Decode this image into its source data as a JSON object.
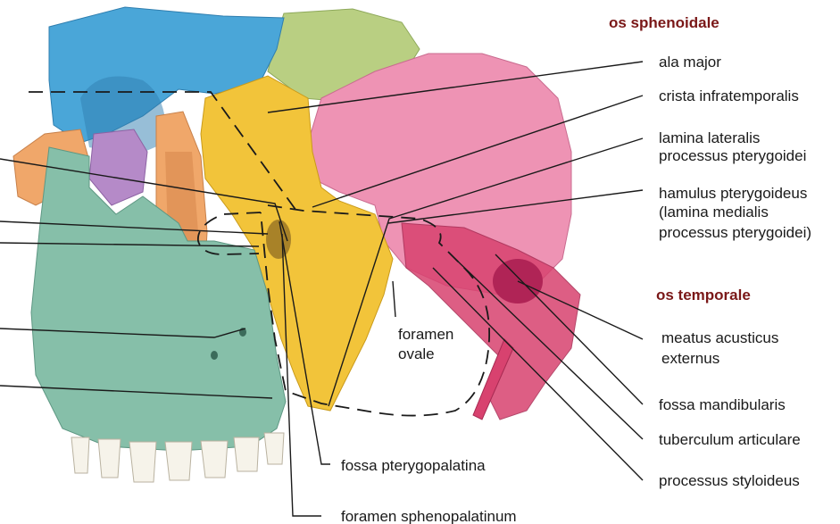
{
  "headers": {
    "sphenoid": "os sphenoidale",
    "temporal": "os temporale"
  },
  "labels": {
    "ala_major": "ala major",
    "crista_infratemporalis": "crista infratemporalis",
    "lamina_lateralis_1": "lamina lateralis",
    "lamina_lateralis_2": "processus pterygoidei",
    "hamulus_1": "hamulus pterygoideus",
    "hamulus_2": "(lamina medialis",
    "hamulus_3": "processus pterygoidei)",
    "meatus_1": "meatus acusticus",
    "meatus_2": "externus",
    "fossa_mandibularis": "fossa mandibularis",
    "tuberculum_articulare": "tuberculum articulare",
    "processus_styloideus": "processus styloideus",
    "foramen_ovale_1": "foramen",
    "foramen_ovale_2": "ovale",
    "fossa_pterygopalatina": "fossa pterygopalatina",
    "foramen_sphenopalatinum": "foramen sphenopalatinum"
  },
  "colors": {
    "frontal_blue": "#4aa6d8",
    "sphenoid_yellow": "#f2c43a",
    "temporal_pink": "#ee93b4",
    "temporal_deep": "#d8426f",
    "parietal_green": "#b9cf82",
    "maxilla_teal": "#86bfa9",
    "zygomatic_orange": "#f0a76a",
    "palatine_purple": "#b58ac8",
    "header_text": "#7a1818"
  }
}
